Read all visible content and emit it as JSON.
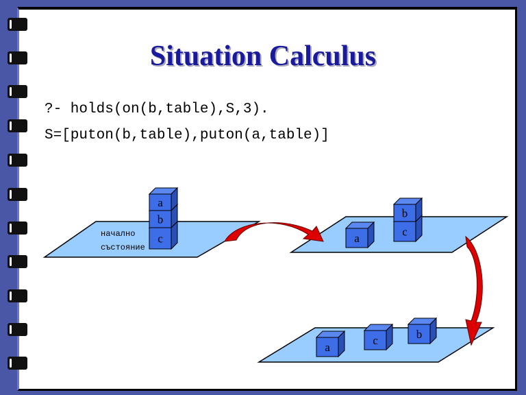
{
  "title": "Situation Calculus",
  "query": "?- holds(on(b,table),S,3).",
  "answer": "S=[puton(b,table),puton(a,table)]",
  "diagram": {
    "initial_label_line1": "начално",
    "initial_label_line2": "състояние",
    "state1": {
      "blocks": [
        "a",
        "b",
        "c"
      ]
    },
    "state2": {
      "blocks": [
        "a",
        "b",
        "c"
      ]
    },
    "state3": {
      "blocks": [
        "a",
        "c",
        "b"
      ]
    }
  },
  "colors": {
    "border": "#4a57a6",
    "title": "#1a1a9c",
    "cube": "#3d6ee8",
    "table": "#99ccff",
    "arrow": "#dd0000"
  }
}
